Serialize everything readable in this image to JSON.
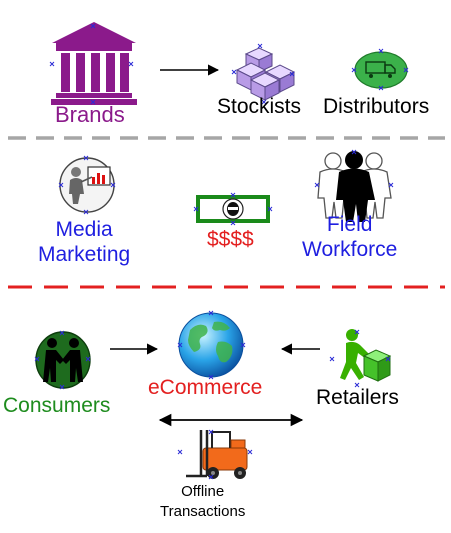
{
  "diagram": {
    "top_section": {
      "brands_label": "Brands",
      "stockists_label": "Stockists",
      "distributors_label": "Distributors"
    },
    "middle_section": {
      "media_marketing_label": "Media\nMarketing",
      "money_label": "$$$$",
      "field_workforce_label": "Field\nWorkforce"
    },
    "bottom_section": {
      "consumers_label": "Consumers",
      "ecommerce_label": "eCommerce",
      "retailers_label": "Retailers",
      "offline_label": "Offline\nTransactions"
    },
    "colors": {
      "brands": "#8b1a8b",
      "blue_text": "#1f1fe0",
      "red_text": "#e32020",
      "green_text": "#1e8c1e",
      "grey_divider": "#a6a6a6",
      "red_divider": "#e32020"
    },
    "icons": [
      "bank-building-icon",
      "boxes-icon",
      "delivery-truck-icon",
      "presenter-chart-icon",
      "money-bill-icon",
      "people-group-icon",
      "handshake-icon",
      "globe-icon",
      "worker-with-box-icon",
      "forklift-icon"
    ]
  }
}
